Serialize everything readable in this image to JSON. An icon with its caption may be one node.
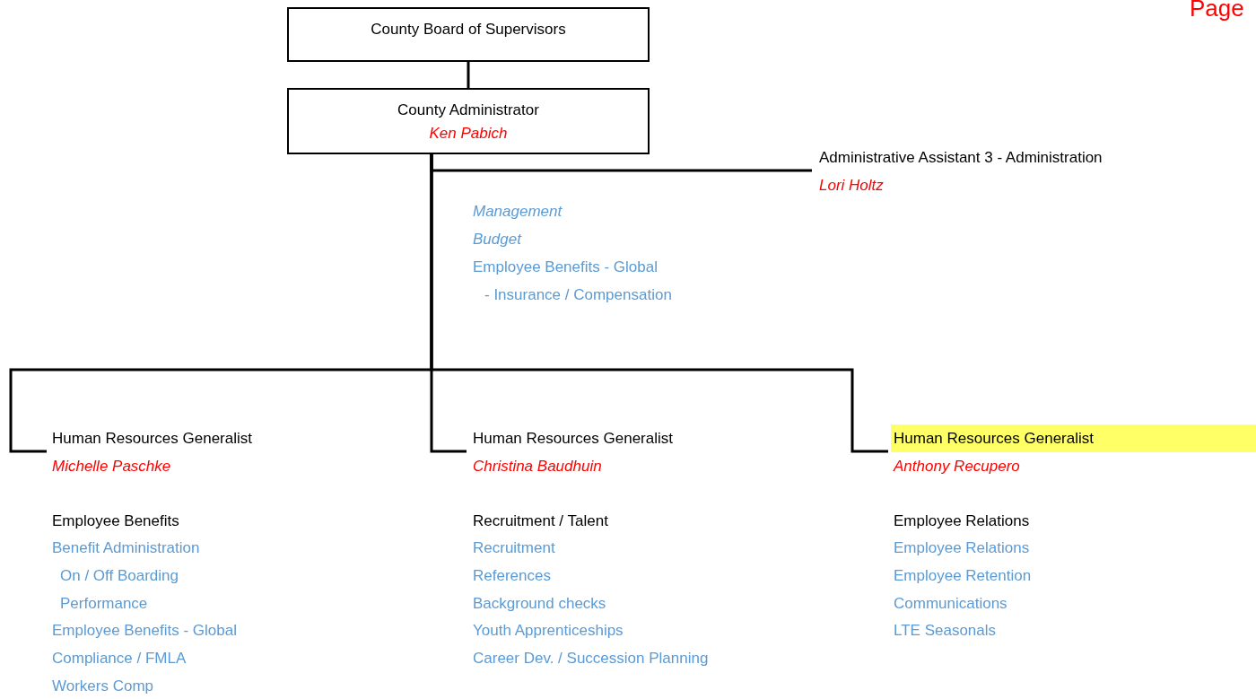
{
  "diagram": {
    "nodes": [
      {
        "text": [
          "County Board of Supervisors"
        ]
      },
      {
        "text": [
          "County Administrator",
          "Ken Pabich"
        ]
      },
      {
        "text": [
          "Administrative Assistant 3 - Administration",
          "Lori Holtz"
        ]
      },
      {
        "text": [
          "Human Resources Generalist",
          "Michelle Paschke"
        ]
      },
      {
        "text": [
          "Human Resources Generalist",
          "Christina Baudhuin"
        ]
      },
      {
        "text": [
          "Human Resources Generalist",
          "Anthony Recupero"
        ]
      }
    ],
    "edges": [
      {
        "from": 0,
        "to": 1,
        "arrow": "none"
      },
      {
        "from": 1,
        "to": 2,
        "arrow": "none"
      },
      {
        "from": 1,
        "to": 3,
        "arrow": "none"
      },
      {
        "from": 1,
        "to": 4,
        "arrow": "none"
      },
      {
        "from": 1,
        "to": 5,
        "arrow": "none"
      }
    ],
    "labels": [
      "Page",
      "Management",
      "Budget",
      "Employee Benefits - Global",
      "- Insurance / Compensation",
      "Employee Benefits",
      "Benefit Administration",
      "On / Off Boarding",
      "Performance",
      "Employee Benefits - Global",
      "Compliance / FMLA",
      "Workers Comp",
      "Recruitment / Talent",
      "Recruitment",
      "References",
      "Background checks",
      "Youth Apprenticeships",
      "Career Dev. / Succession Planning",
      "Employee Relations",
      "Employee Relations",
      "Employee Retention",
      "Communications",
      "LTE Seasonals"
    ]
  }
}
